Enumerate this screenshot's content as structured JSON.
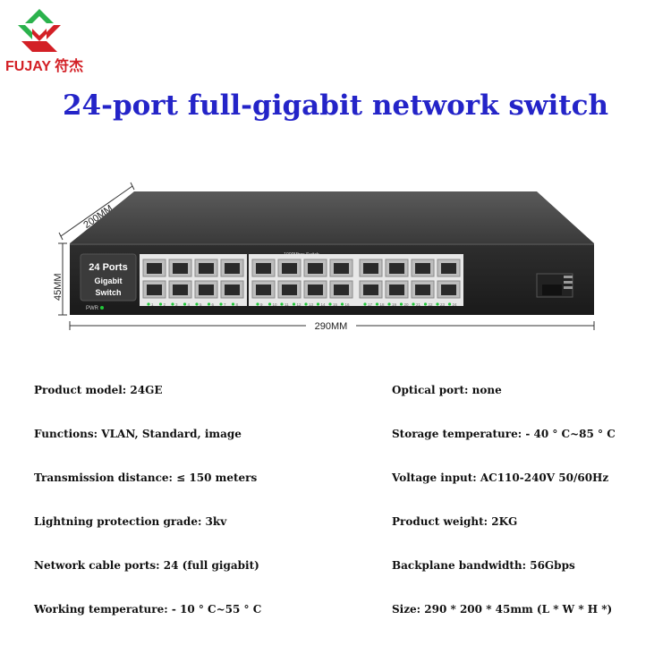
{
  "brand": {
    "name": "FUJAY 符杰"
  },
  "headline": "24-port full-gigabit network switch",
  "device": {
    "label_line1": "24 Ports",
    "label_line2": "Gigabit",
    "label_line3": "Switch",
    "pwr_label": "PWR",
    "center_label": "1000Mbps Switch",
    "port_numbers": [
      "1",
      "2",
      "3",
      "4",
      "5",
      "6",
      "7",
      "8",
      "9",
      "10",
      "11",
      "12",
      "13",
      "14",
      "15",
      "16",
      "17",
      "18",
      "19",
      "20",
      "21",
      "22",
      "23",
      "24"
    ],
    "dim_depth": "200MM",
    "dim_height": "45MM",
    "dim_width": "290MM",
    "led_color": "#22c83a"
  },
  "specs": {
    "left": [
      "Product model: 24GE",
      "Functions: VLAN, Standard, image",
      "Transmission distance: ≤ 150 meters",
      "Lightning protection grade: 3kv",
      "Network cable ports: 24 (full gigabit)",
      "Working temperature: - 10 ° C~55 ° C"
    ],
    "right": [
      "Optical port: none",
      "Storage temperature: - 40 ° C~85 ° C",
      "Voltage input: AC110-240V 50/60Hz",
      "Product weight: 2KG",
      "Backplane bandwidth: 56Gbps",
      "Size: 290 * 200 * 45mm (L * W * H *)"
    ]
  }
}
